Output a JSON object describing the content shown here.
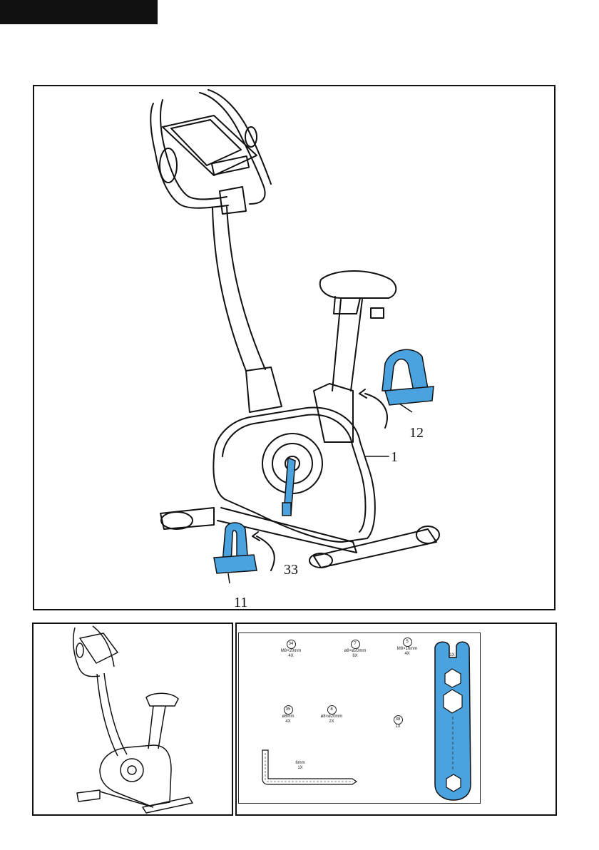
{
  "callouts": {
    "part_1": "1",
    "part_11": "11",
    "part_12": "12",
    "part_33": "33"
  },
  "hardware": [
    {
      "num": "34",
      "spec": "M8×20mm",
      "qty": "4X"
    },
    {
      "num": "7",
      "spec": "ø8×ø20mm",
      "qty": "6X"
    },
    {
      "num": "5",
      "spec": "M8×16mm",
      "qty": "4X"
    },
    {
      "num": "35",
      "spec": "ø8mm",
      "qty": "4X"
    },
    {
      "num": "8",
      "spec": "ø8×ø20mm",
      "qty": "2X"
    },
    {
      "num": "38",
      "spec": "",
      "qty": "1X"
    }
  ],
  "tools": {
    "allen_key": {
      "size": "6mm",
      "qty": "1X"
    },
    "wrench": {
      "qty": "1X"
    }
  },
  "colors": {
    "highlight": "#4aa3df",
    "line": "#111111"
  }
}
